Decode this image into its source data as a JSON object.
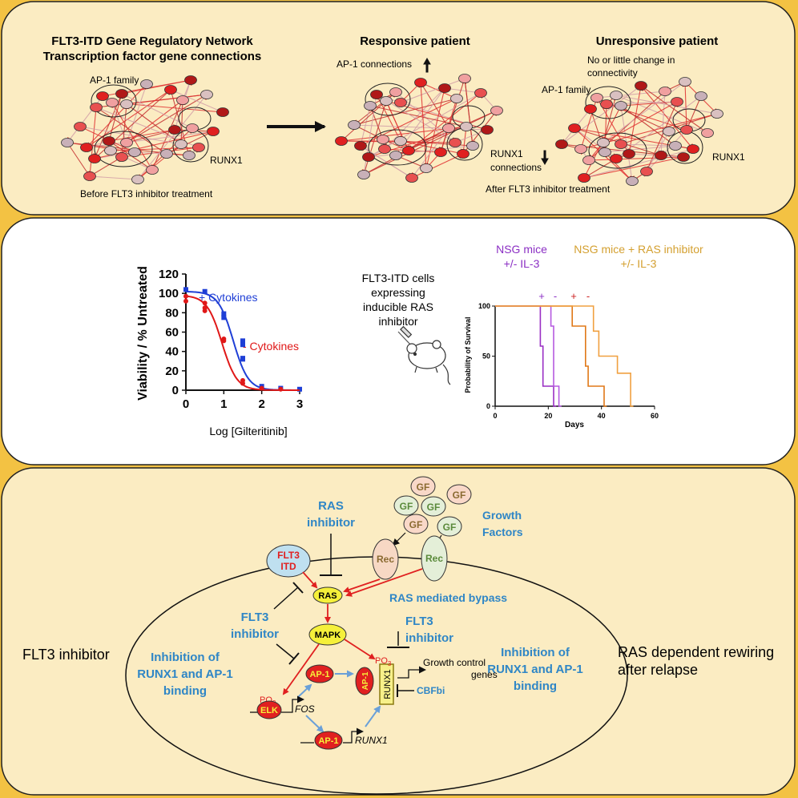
{
  "panel1": {
    "title_line1": "FLT3-ITD Gene Regulatory Network",
    "title_line2": "Transcription factor gene connections",
    "ap1_family": "AP-1 family",
    "runx1": "RUNX1",
    "before": "Before FLT3 inhibitor treatment",
    "responsive": "Responsive patient",
    "ap1_connections": "AP-1 connections",
    "runx1_connections_1": "RUNX1",
    "runx1_connections_2": "connections",
    "after": "After FLT3 inhibitor treatment",
    "unresponsive": "Unresponsive patient",
    "no_change_1": "No or little change in",
    "no_change_2": "connectivity",
    "ap1_family_2": "AP-1 family",
    "runx1_2": "RUNX1"
  },
  "panel2": {
    "viability_chart": {
      "type": "line",
      "ylabel": "Viability / % Untreated",
      "xlabel": "Log [Gilteritinib]",
      "xlim": [
        0,
        3
      ],
      "ylim": [
        0,
        120
      ],
      "xticks": [
        "0",
        "1",
        "2",
        "3"
      ],
      "yticks": [
        "0",
        "20",
        "40",
        "60",
        "80",
        "100",
        "120"
      ],
      "series": [
        {
          "name": "+ Cytokines",
          "color": "#1f3fd6",
          "points": [
            [
              0,
              104
            ],
            [
              0.5,
              102
            ],
            [
              1,
              79
            ],
            [
              1,
              75
            ],
            [
              1.5,
              51
            ],
            [
              1.5,
              47
            ],
            [
              1.5,
              33
            ],
            [
              1.5,
              32
            ],
            [
              2,
              4
            ],
            [
              2.5,
              2
            ],
            [
              3,
              1
            ]
          ],
          "ic50": 1.25
        },
        {
          "name": "- Cytokines",
          "color": "#e01818",
          "points": [
            [
              0,
              97
            ],
            [
              0,
              92
            ],
            [
              0.5,
              90
            ],
            [
              0.5,
              85
            ],
            [
              0.5,
              82
            ],
            [
              1,
              53
            ],
            [
              1,
              51
            ],
            [
              1.5,
              10
            ],
            [
              1.5,
              7
            ],
            [
              2,
              2
            ],
            [
              2.5,
              1
            ]
          ],
          "ic50": 0.95
        }
      ]
    },
    "cells_label": [
      "FLT3-ITD cells",
      "expressing",
      "inducible RAS",
      "inhibitor"
    ],
    "nsg_label_1": "NSG mice",
    "nsg_label_2": "+/- IL-3",
    "ras_label_1": "NSG mice + RAS inhibitor",
    "ras_label_2": "+/- IL-3",
    "plus_sign": "+",
    "minus_sign": "-",
    "survival_chart": {
      "type": "line",
      "ylabel": "Probability of Survival",
      "xlabel": "Days",
      "xlim": [
        0,
        60
      ],
      "ylim": [
        0,
        100
      ],
      "xticks": [
        "0",
        "20",
        "40",
        "60"
      ],
      "yticks": [
        "0",
        "50",
        "100"
      ],
      "series": [
        {
          "color": "#9a2fc4",
          "steps": [
            [
              0,
              100
            ],
            [
              17,
              100
            ],
            [
              17,
              60
            ],
            [
              18,
              60
            ],
            [
              18,
              20
            ],
            [
              22,
              20
            ],
            [
              22,
              0
            ],
            [
              23,
              0
            ]
          ]
        },
        {
          "color": "#b55ae0",
          "steps": [
            [
              0,
              100
            ],
            [
              21,
              100
            ],
            [
              21,
              80
            ],
            [
              22,
              80
            ],
            [
              22,
              20
            ],
            [
              24,
              20
            ],
            [
              24,
              0
            ],
            [
              25,
              0
            ]
          ]
        },
        {
          "color": "#e07818",
          "steps": [
            [
              0,
              100
            ],
            [
              29,
              100
            ],
            [
              29,
              80
            ],
            [
              34,
              80
            ],
            [
              34,
              40
            ],
            [
              35,
              40
            ],
            [
              35,
              20
            ],
            [
              41,
              20
            ],
            [
              41,
              0
            ],
            [
              42,
              0
            ]
          ]
        },
        {
          "color": "#f0a040",
          "steps": [
            [
              0,
              100
            ],
            [
              37,
              100
            ],
            [
              37,
              75
            ],
            [
              39,
              75
            ],
            [
              39,
              50
            ],
            [
              46,
              50
            ],
            [
              46,
              33
            ],
            [
              51,
              33
            ],
            [
              51,
              0
            ],
            [
              52,
              0
            ]
          ]
        }
      ]
    }
  },
  "panel3": {
    "gf": "GF",
    "growth_factors_1": "Growth",
    "growth_factors_2": "Factors",
    "ras_inhibitor_1": "RAS",
    "ras_inhibitor_2": "inhibitor",
    "flt3_1": "FLT3",
    "flt3_2": "ITD",
    "rec": "Rec",
    "ras": "RAS",
    "ras_bypass": "RAS mediated bypass",
    "flt3_inhibitor_1": "FLT3",
    "flt3_inhibitor_2": "inhibitor",
    "mapk": "MAPK",
    "flt3_inhibitor_right_1": "FLT3",
    "flt3_inhibitor_right_2": "inhibitor",
    "inhibition_1": "Inhibition of",
    "inhibition_2": "RUNX1 and AP-1",
    "inhibition_3": "binding",
    "po3": "PO",
    "po3_sub": "3",
    "growth_control_1": "Growth control",
    "growth_control_2": "genes",
    "ap1": "AP-1",
    "runx1_box": "RUNX1",
    "cbfbi": "CBFbi",
    "elk": "ELK",
    "fos": "FOS",
    "runx1_gene": "RUNX1",
    "flt3_inhibitor_side": "FLT3 inhibitor",
    "rewiring_1": "RAS dependent rewiring",
    "rewiring_2": "after relapse"
  }
}
